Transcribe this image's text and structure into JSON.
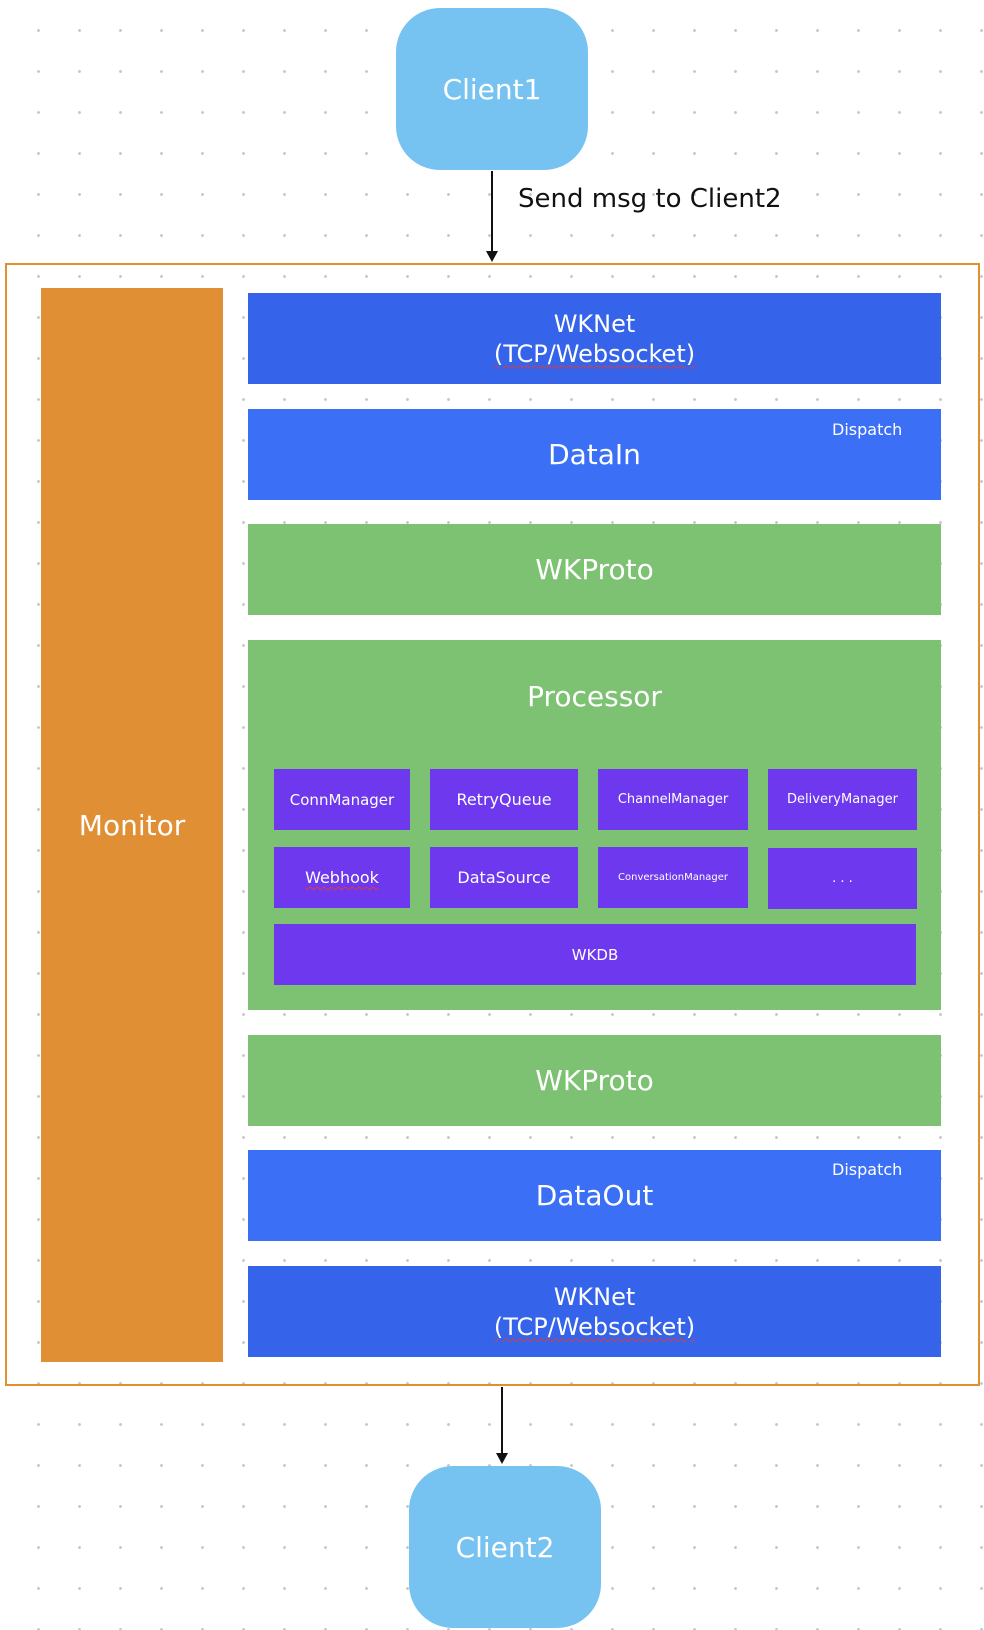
{
  "client1": {
    "label": "Client1"
  },
  "edge_label": "Send msg to Client2",
  "client2": {
    "label": "Client2"
  },
  "monitor": {
    "label": "Monitor"
  },
  "wknet_top": {
    "line1": "WKNet",
    "line2": "(TCP/Websocket)"
  },
  "datain": {
    "label": "DataIn",
    "dispatch": "Dispatch"
  },
  "wkproto_top": {
    "label": "WKProto"
  },
  "processor": {
    "title": "Processor",
    "modules": [
      "ConnManager",
      "RetryQueue",
      "ChannelManager",
      "DeliveryManager",
      "Webhook",
      "DataSource",
      "ConversationManager",
      ". . ."
    ],
    "storage": "WKDB"
  },
  "wkproto_bottom": {
    "label": "WKProto"
  },
  "dataout": {
    "label": "DataOut",
    "dispatch": "Dispatch"
  },
  "wknet_bottom": {
    "line1": "WKNet",
    "line2": "(TCP/Websocket)"
  },
  "colors": {
    "client": "#76c2f1",
    "frame": "#e2902f",
    "monitor": "#e08f34",
    "net": "#3563e9",
    "data": "#3a6ff6",
    "proto": "#7dc172",
    "module": "#6d38ee"
  }
}
